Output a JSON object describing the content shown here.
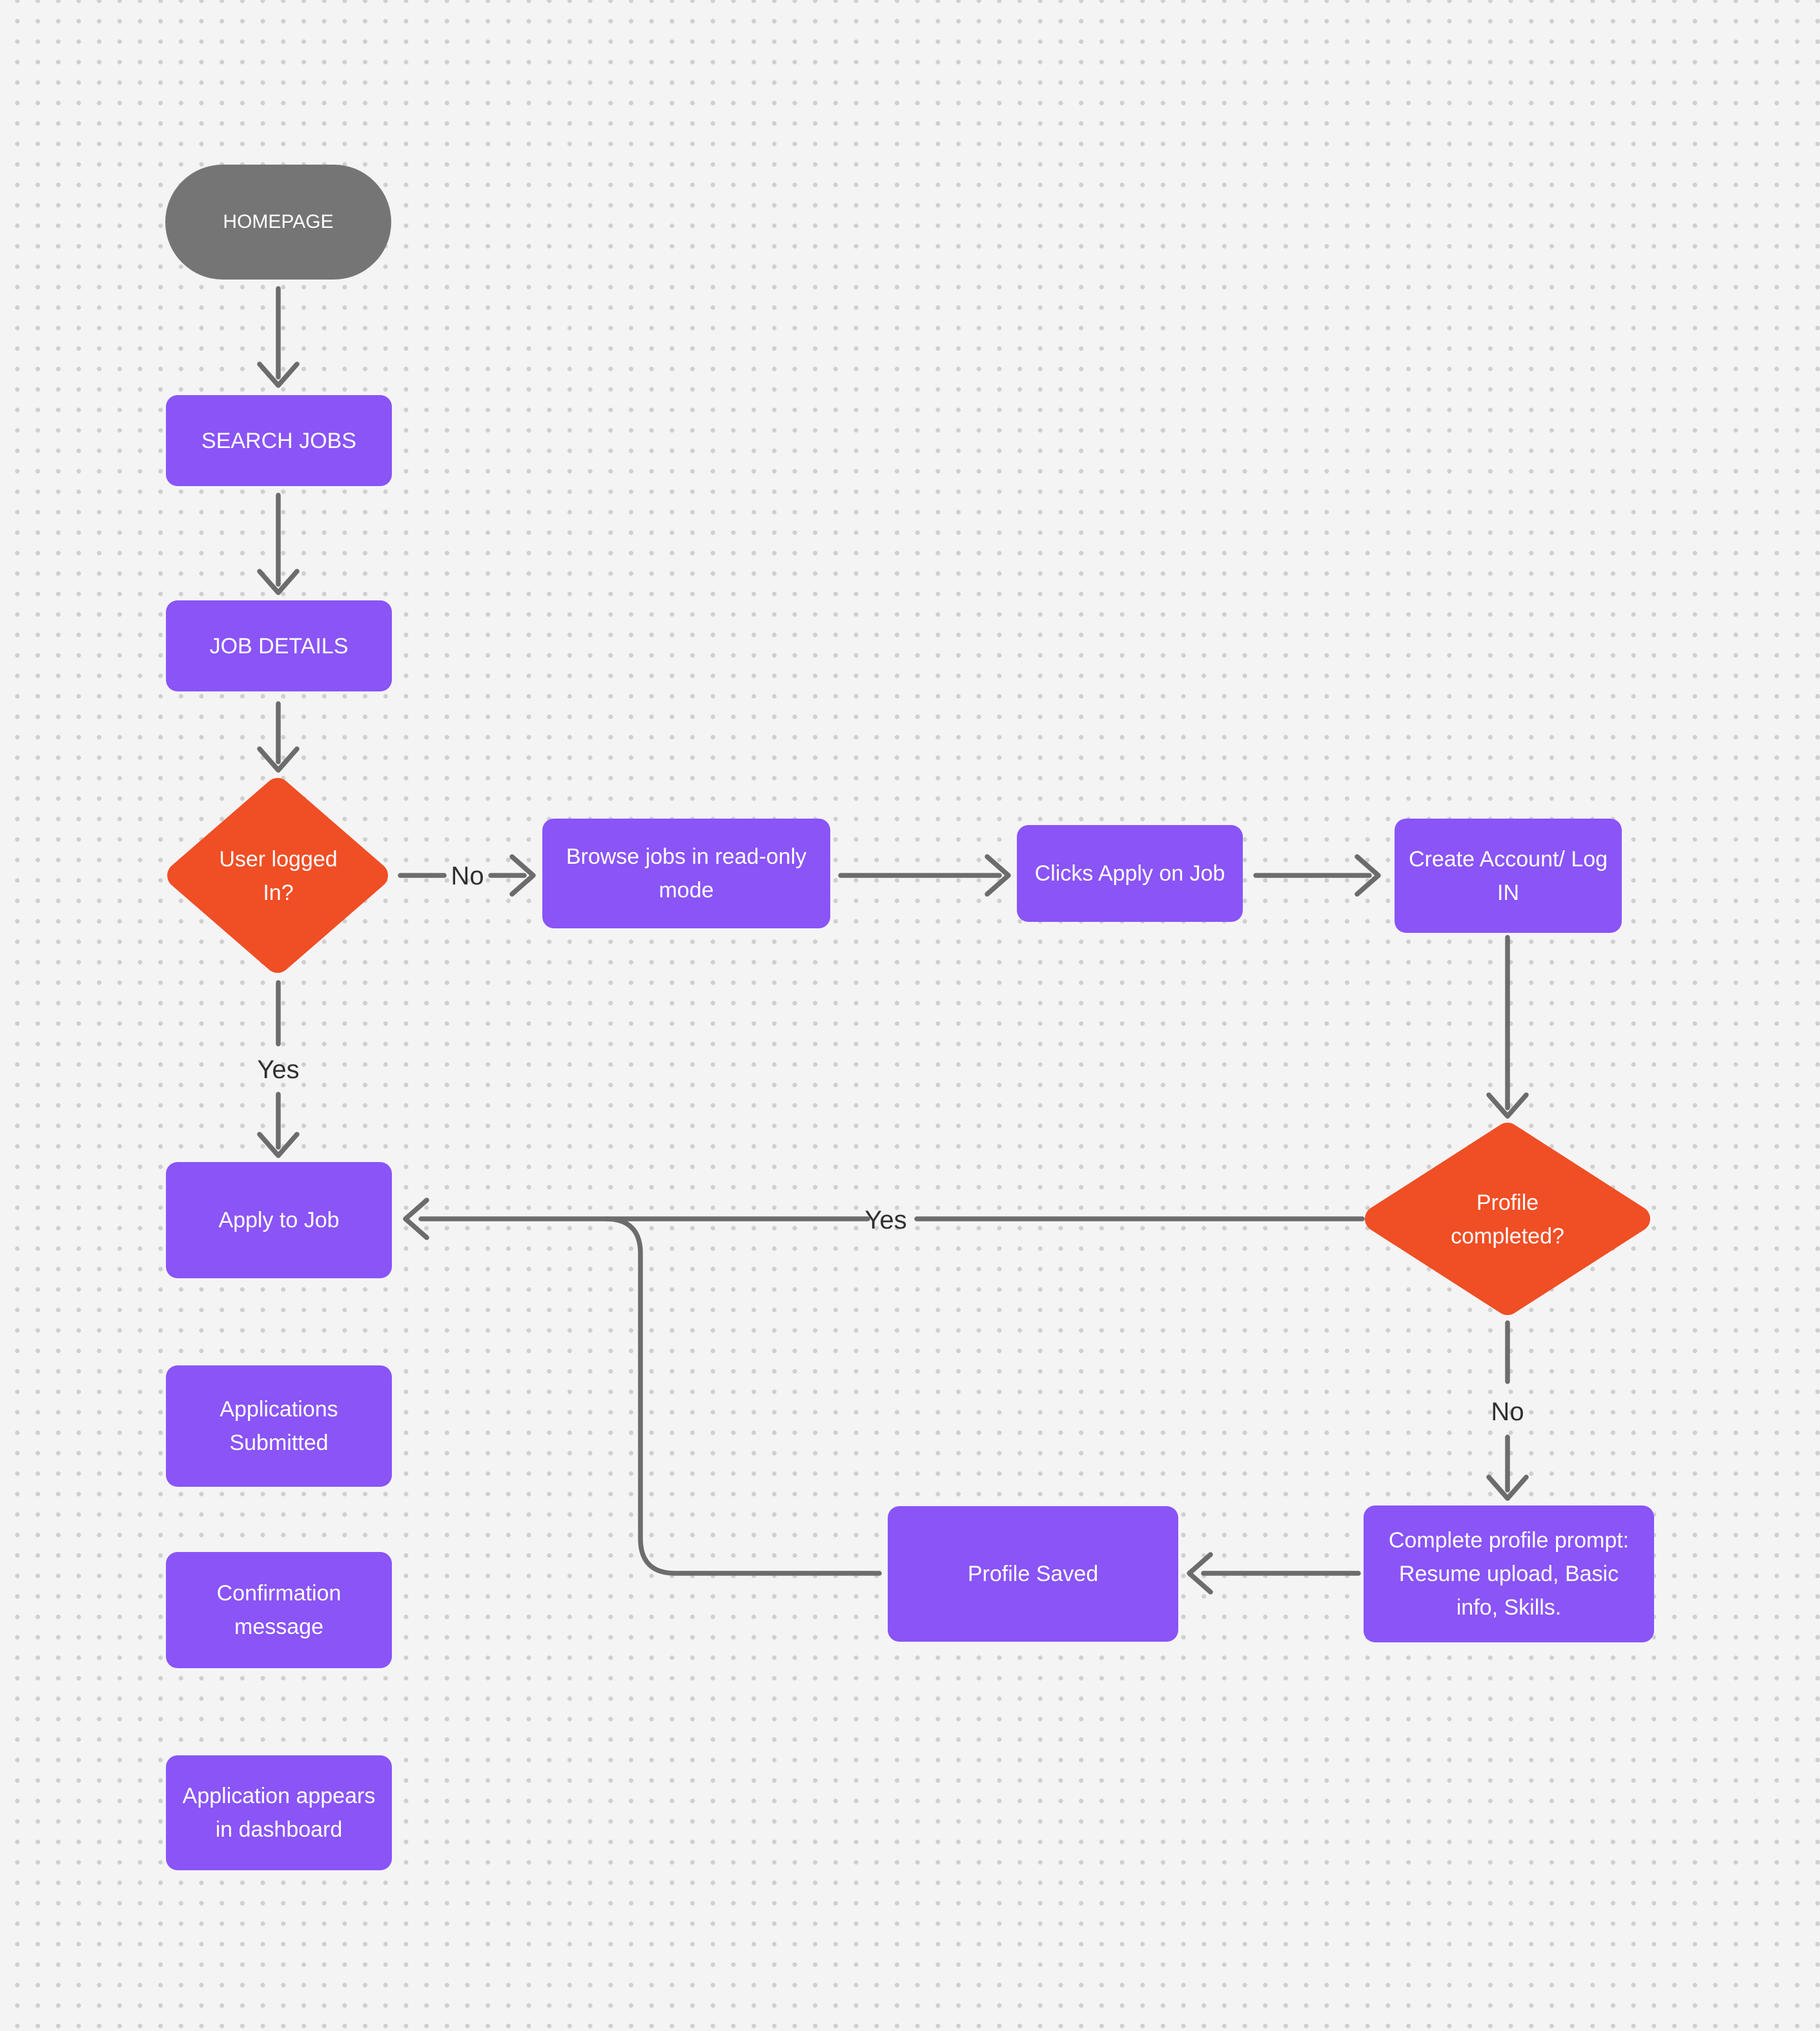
{
  "diagram": {
    "type": "flowchart",
    "colors": {
      "process_fill": "#8A54F7",
      "decision_fill": "#F04E25",
      "terminator_fill": "#757575",
      "connector": "#6C6C6C",
      "edge_label_text": "#303030",
      "node_text": "#FFFFFF",
      "background": "#F4F4F5",
      "dot_grid": "#CFCFCF"
    },
    "nodes": {
      "homepage": {
        "label": "HOMEPAGE",
        "type": "terminator"
      },
      "search_jobs": {
        "label": "SEARCH JOBS",
        "type": "process"
      },
      "job_details": {
        "label": "JOB DETAILS",
        "type": "process"
      },
      "user_logged_in": {
        "label": "User logged In?",
        "type": "decision"
      },
      "browse_jobs": {
        "label": "Browse jobs in read-only mode",
        "type": "process"
      },
      "clicks_apply": {
        "label": "Clicks Apply on Job",
        "type": "process"
      },
      "create_account": {
        "label": "Create Account/ Log IN",
        "type": "process"
      },
      "profile_completed": {
        "label": "Profile completed?",
        "type": "decision"
      },
      "apply_to_job": {
        "label": "Apply to Job",
        "type": "process"
      },
      "applications_submitted": {
        "label": "Applications Submitted",
        "type": "process"
      },
      "confirmation_message": {
        "label": "Confirmation message",
        "type": "process"
      },
      "application_dashboard": {
        "label": "Application appears in dashboard",
        "type": "process"
      },
      "profile_saved": {
        "label": "Profile Saved",
        "type": "process"
      },
      "complete_profile": {
        "label": "Complete profile prompt: Resume upload, Basic info, Skills.",
        "type": "process"
      }
    },
    "edges": {
      "user_no": {
        "label": "No"
      },
      "user_yes": {
        "label": "Yes"
      },
      "profile_yes": {
        "label": "Yes"
      },
      "profile_no": {
        "label": "No"
      }
    }
  }
}
